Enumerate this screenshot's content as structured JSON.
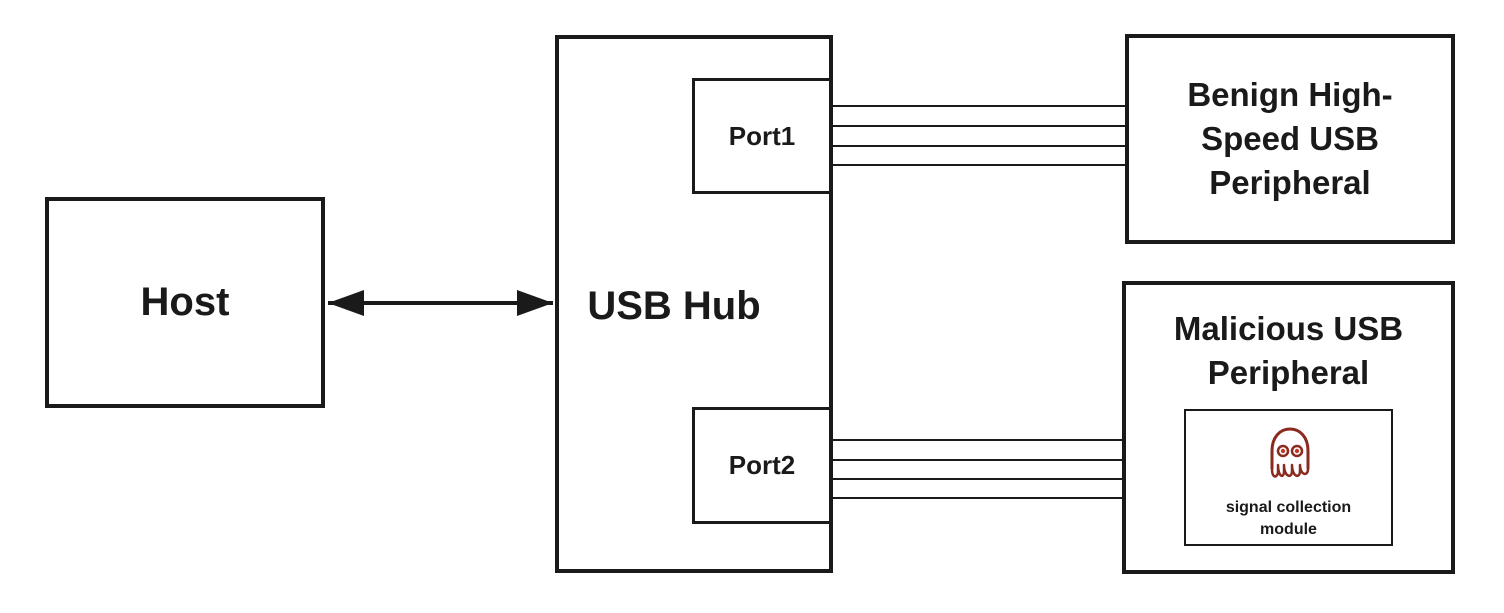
{
  "diagram": {
    "host": {
      "label": "Host"
    },
    "hub": {
      "label": "USB Hub",
      "ports": [
        {
          "label": "Port1"
        },
        {
          "label": "Port2"
        }
      ]
    },
    "benign": {
      "label": "Benign High-Speed USB Peripheral"
    },
    "malicious": {
      "label": "Malicious USB Peripheral",
      "module": {
        "label": "signal collection module",
        "icon": "ghost-icon"
      }
    }
  },
  "colors": {
    "line": "#1a1a1a",
    "icon_accent": "#8b2a1e",
    "icon_eye": "#c0392b"
  }
}
